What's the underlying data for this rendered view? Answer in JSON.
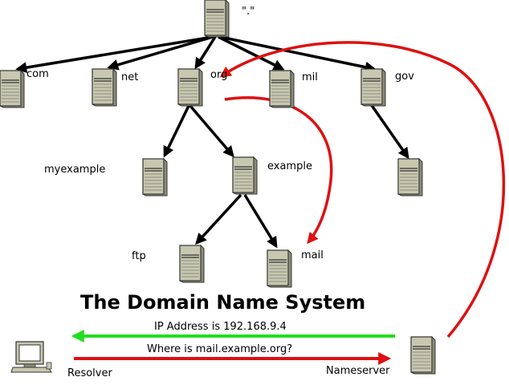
{
  "title": "The Domain Name System",
  "nodes": {
    "root": "\".\"",
    "com": "com",
    "net": "net",
    "org": "org",
    "mil": "mil",
    "gov": "gov",
    "myexample": "myexample",
    "example": "example",
    "ftp": "ftp",
    "mail": "mail"
  },
  "messages": {
    "response": "IP Address is 192.168.9.4",
    "query": "Where is mail.example.org?"
  },
  "actors": {
    "resolver": "Resolver",
    "nameserver": "Nameserver"
  },
  "colors": {
    "tree_edge": "#000000",
    "query_arrow": "#dd1111",
    "response_arrow": "#22dd22",
    "server_body": "#c8c8b0"
  }
}
